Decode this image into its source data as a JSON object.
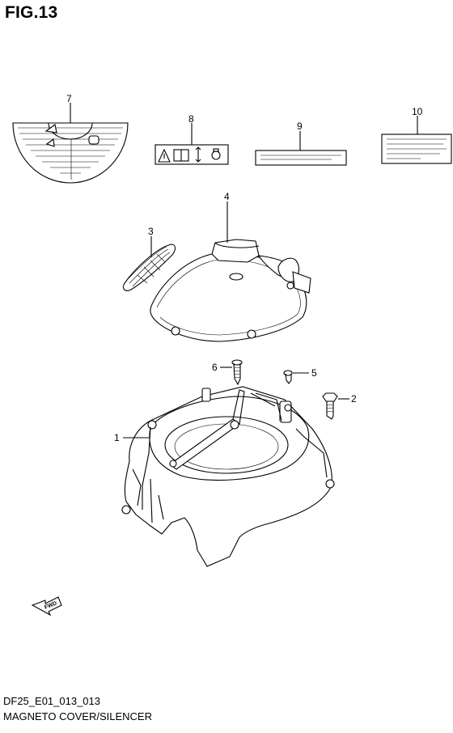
{
  "figure": {
    "title": "FIG.13",
    "code": "DF25_E01_013_013",
    "name": "MAGNETO COVER/SILENCER"
  },
  "callouts": [
    "1",
    "2",
    "3",
    "4",
    "5",
    "6",
    "7",
    "8",
    "9",
    "10"
  ],
  "fwd_arrow": {
    "label": "FWD"
  }
}
